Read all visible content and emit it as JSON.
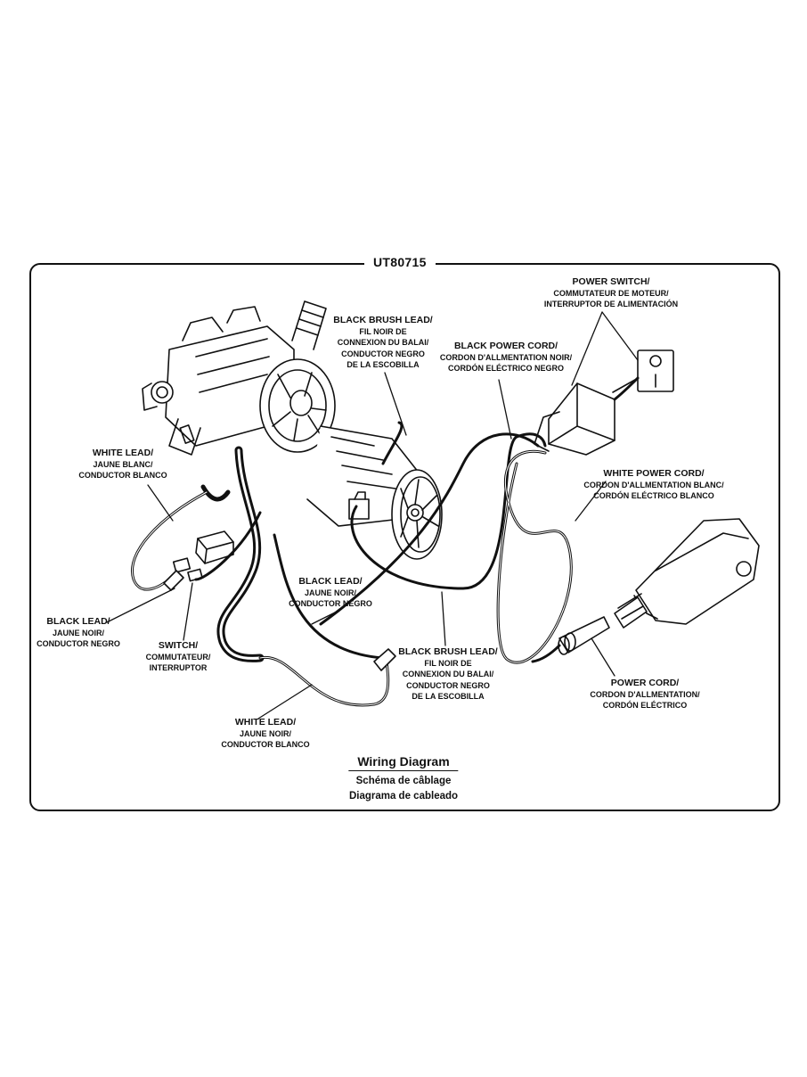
{
  "part_code": "UT80715",
  "labels": {
    "power_switch": [
      "POWER SWITCH/",
      "COMMUTATEUR DE MOTEUR/",
      "INTERRUPTOR DE ALIMENTACIÓN"
    ],
    "black_brush_lead_top": [
      "BLACK BRUSH LEAD/",
      "FIL NOIR DE",
      "CONNEXION DU BALAI/",
      "CONDUCTOR NEGRO",
      "DE LA ESCOBILLA"
    ],
    "black_power_cord": [
      "BLACK POWER CORD/",
      "CORDON D'ALLMENTATION NOIR/",
      "CORDÓN ELÉCTRICO NEGRO"
    ],
    "white_lead_left": [
      "WHITE LEAD/",
      "JAUNE BLANC/",
      "CONDUCTOR BLANCO"
    ],
    "white_power_cord": [
      "WHITE POWER CORD/",
      "CORDON D'ALLMENTATION BLANC/",
      "CORDÓN ELÉCTRICO BLANCO"
    ],
    "black_lead_center": [
      "BLACK LEAD/",
      "JAUNE NOIR/",
      "CONDUCTOR NEGRO"
    ],
    "black_lead_left": [
      "BLACK LEAD/",
      "JAUNE NOIR/",
      "CONDUCTOR NEGRO"
    ],
    "switch": [
      "SWITCH/",
      "COMMUTATEUR/",
      "INTERRUPTOR"
    ],
    "black_brush_lead_bottom": [
      "BLACK BRUSH LEAD/",
      "FIL NOIR DE",
      "CONNEXION DU BALAI/",
      "CONDUCTOR NEGRO",
      "DE LA ESCOBILLA"
    ],
    "power_cord": [
      "POWER CORD/",
      "CORDON D'ALLMENTATION/",
      "CORDÓN ELÉCTRICO"
    ],
    "white_lead_bottom": [
      "WHITE LEAD/",
      "JAUNE NOIR/",
      "CONDUCTOR BLANCO"
    ]
  },
  "switch_symbols": {
    "off": "O",
    "on": "I"
  },
  "caption": {
    "title": "Wiring Diagram",
    "french": "Schéma de câblage",
    "spanish": "Diagrama de cableado"
  }
}
